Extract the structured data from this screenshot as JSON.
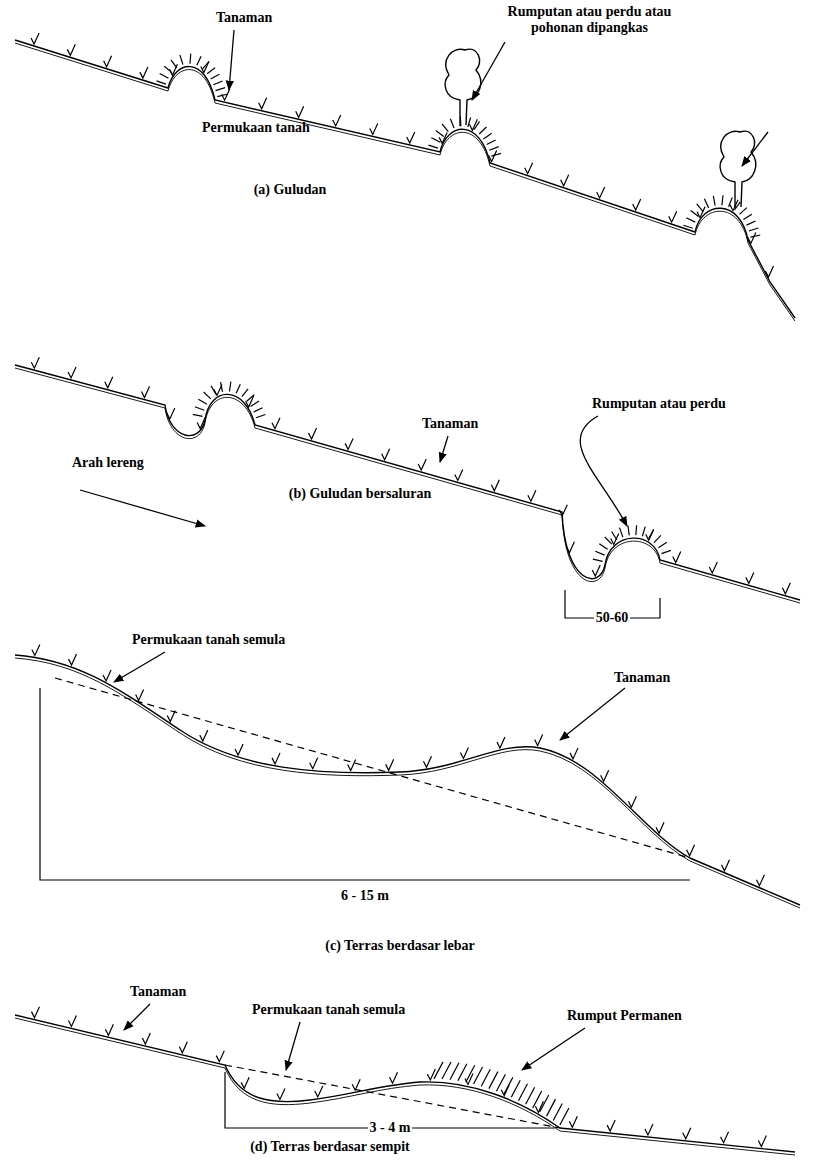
{
  "diagram": {
    "labels": [
      "Tanaman",
      "Rumputan atau perdu atau pohonan dipangkas",
      "Permukaan tanah",
      "(a) Guludan",
      "Tanaman",
      "Rumputan atau perdu",
      "Arah lereng",
      "50-60",
      "(b) Guludan bersaluran",
      "Permukaan tanah semula",
      "Tanaman",
      "6 - 15 m",
      "(c) Terras berdasar lebar",
      "Tanaman",
      "Permukaan tanah semula",
      "Rumput Permanen",
      "3 - 4 m",
      "(d) Terras berdasar sempit"
    ]
  }
}
